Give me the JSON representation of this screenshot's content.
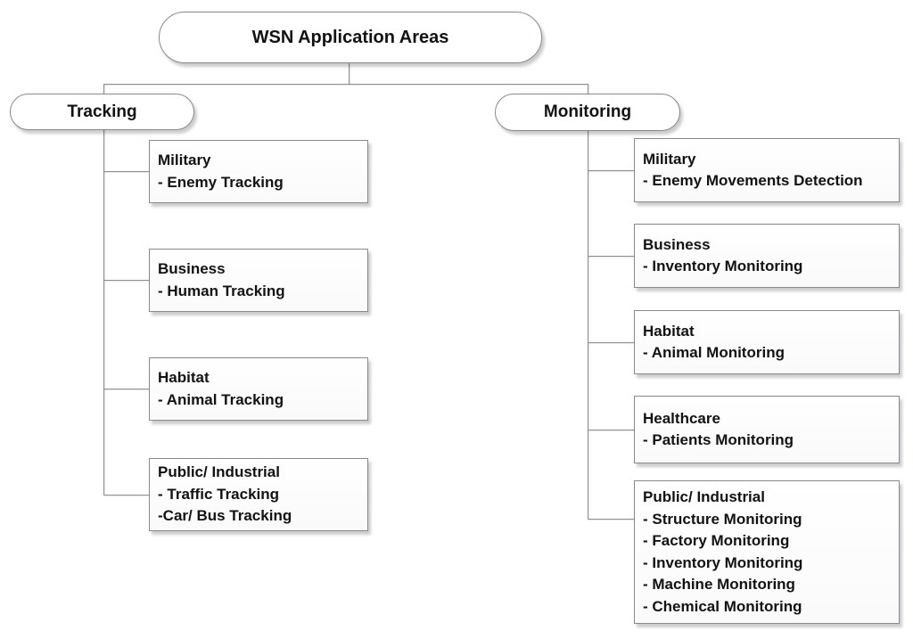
{
  "diagram_title": "WSN Application Areas",
  "root": {
    "label": "WSN Application Areas"
  },
  "branches": [
    {
      "label": "Tracking",
      "children": [
        {
          "title": "Military",
          "items": [
            "- Enemy Tracking"
          ]
        },
        {
          "title": "Business",
          "items": [
            "- Human Tracking"
          ]
        },
        {
          "title": "Habitat",
          "items": [
            "- Animal Tracking"
          ]
        },
        {
          "title": "Public/ Industrial",
          "items": [
            "- Traffic Tracking",
            "-Car/ Bus Tracking"
          ]
        }
      ]
    },
    {
      "label": "Monitoring",
      "children": [
        {
          "title": "Military",
          "items": [
            "- Enemy Movements Detection"
          ]
        },
        {
          "title": "Business",
          "items": [
            "- Inventory Monitoring"
          ]
        },
        {
          "title": "Habitat",
          "items": [
            "- Animal Monitoring"
          ]
        },
        {
          "title": "Healthcare",
          "items": [
            "- Patients Monitoring"
          ]
        },
        {
          "title": "Public/ Industrial",
          "items": [
            "- Structure Monitoring",
            "- Factory Monitoring",
            "- Inventory Monitoring",
            "- Machine Monitoring",
            "- Chemical Monitoring"
          ]
        }
      ]
    }
  ],
  "colors": {
    "background": "#ffffff",
    "node_fill": "#ffffff",
    "node_border": "#848b8f",
    "connector_line": "#8f8f8f",
    "text": "#121212",
    "shadow": "#c9c9c9"
  }
}
